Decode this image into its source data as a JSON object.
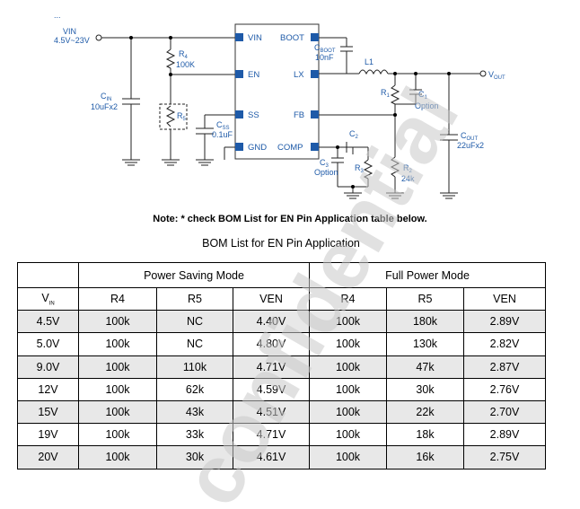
{
  "schematic": {
    "header_fragment": "...",
    "vin_label": "VIN",
    "vin_range": "4.5V~23V",
    "r4_label": "R",
    "r4_sub": "4",
    "r4_value": "100K",
    "r5_label": "R",
    "r5_sub": "5",
    "cin_label": "C",
    "cin_sub": "IN",
    "cin_value": "10uFx2",
    "css_label": "C",
    "css_sub": "SS",
    "css_value": "0.1uF",
    "pins_left": [
      "VIN",
      "EN",
      "SS",
      "GND"
    ],
    "pins_right": [
      "BOOT",
      "LX",
      "FB",
      "COMP"
    ],
    "cboot_label": "C",
    "cboot_sub": "BOOT",
    "cboot_value": "10nF",
    "l1_label": "L1",
    "vout_label": "V",
    "vout_sub": "OUT",
    "r1_label": "R",
    "r1_sub": "1",
    "c1_label": "C",
    "c1_sub": "1",
    "c1_note": "Option",
    "cout_label": "C",
    "cout_sub": "OUT",
    "cout_value": "22uFx2",
    "c2_label": "C",
    "c2_sub": "2",
    "c3_label": "C",
    "c3_sub": "3",
    "c3_note": "Option",
    "r3_label": "R",
    "r3_sub": "3",
    "r2_label": "R",
    "r2_sub": "2",
    "r2_value": "24k"
  },
  "note": "Note: * check BOM List for EN Pin Application table below.",
  "bom": {
    "title": "BOM List for EN Pin Application",
    "group_left": "Power Saving Mode",
    "group_right": "Full Power Mode",
    "vin_header": "V",
    "vin_header_sub": "IN",
    "columns": [
      "R4",
      "R5",
      "VEN",
      "R4",
      "R5",
      "VEN"
    ],
    "rows": [
      [
        "4.5V",
        "100k",
        "NC",
        "4.40V",
        "100k",
        "180k",
        "2.89V"
      ],
      [
        "5.0V",
        "100k",
        "NC",
        "4.80V",
        "100k",
        "130k",
        "2.82V"
      ],
      [
        "9.0V",
        "100k",
        "110k",
        "4.71V",
        "100k",
        "47k",
        "2.87V"
      ],
      [
        "12V",
        "100k",
        "62k",
        "4.59V",
        "100k",
        "30k",
        "2.76V"
      ],
      [
        "15V",
        "100k",
        "43k",
        "4.51V",
        "100k",
        "22k",
        "2.70V"
      ],
      [
        "19V",
        "100k",
        "33k",
        "4.71V",
        "100k",
        "18k",
        "2.89V"
      ],
      [
        "20V",
        "100k",
        "30k",
        "4.61V",
        "100k",
        "16k",
        "2.75V"
      ]
    ]
  },
  "watermark": "confidential",
  "colors": {
    "schematic_text": "#1e5aa8",
    "pin_box": "#1e5aa8",
    "watermark": "#d8d8d8",
    "row_shade": "#e8e8e8"
  }
}
